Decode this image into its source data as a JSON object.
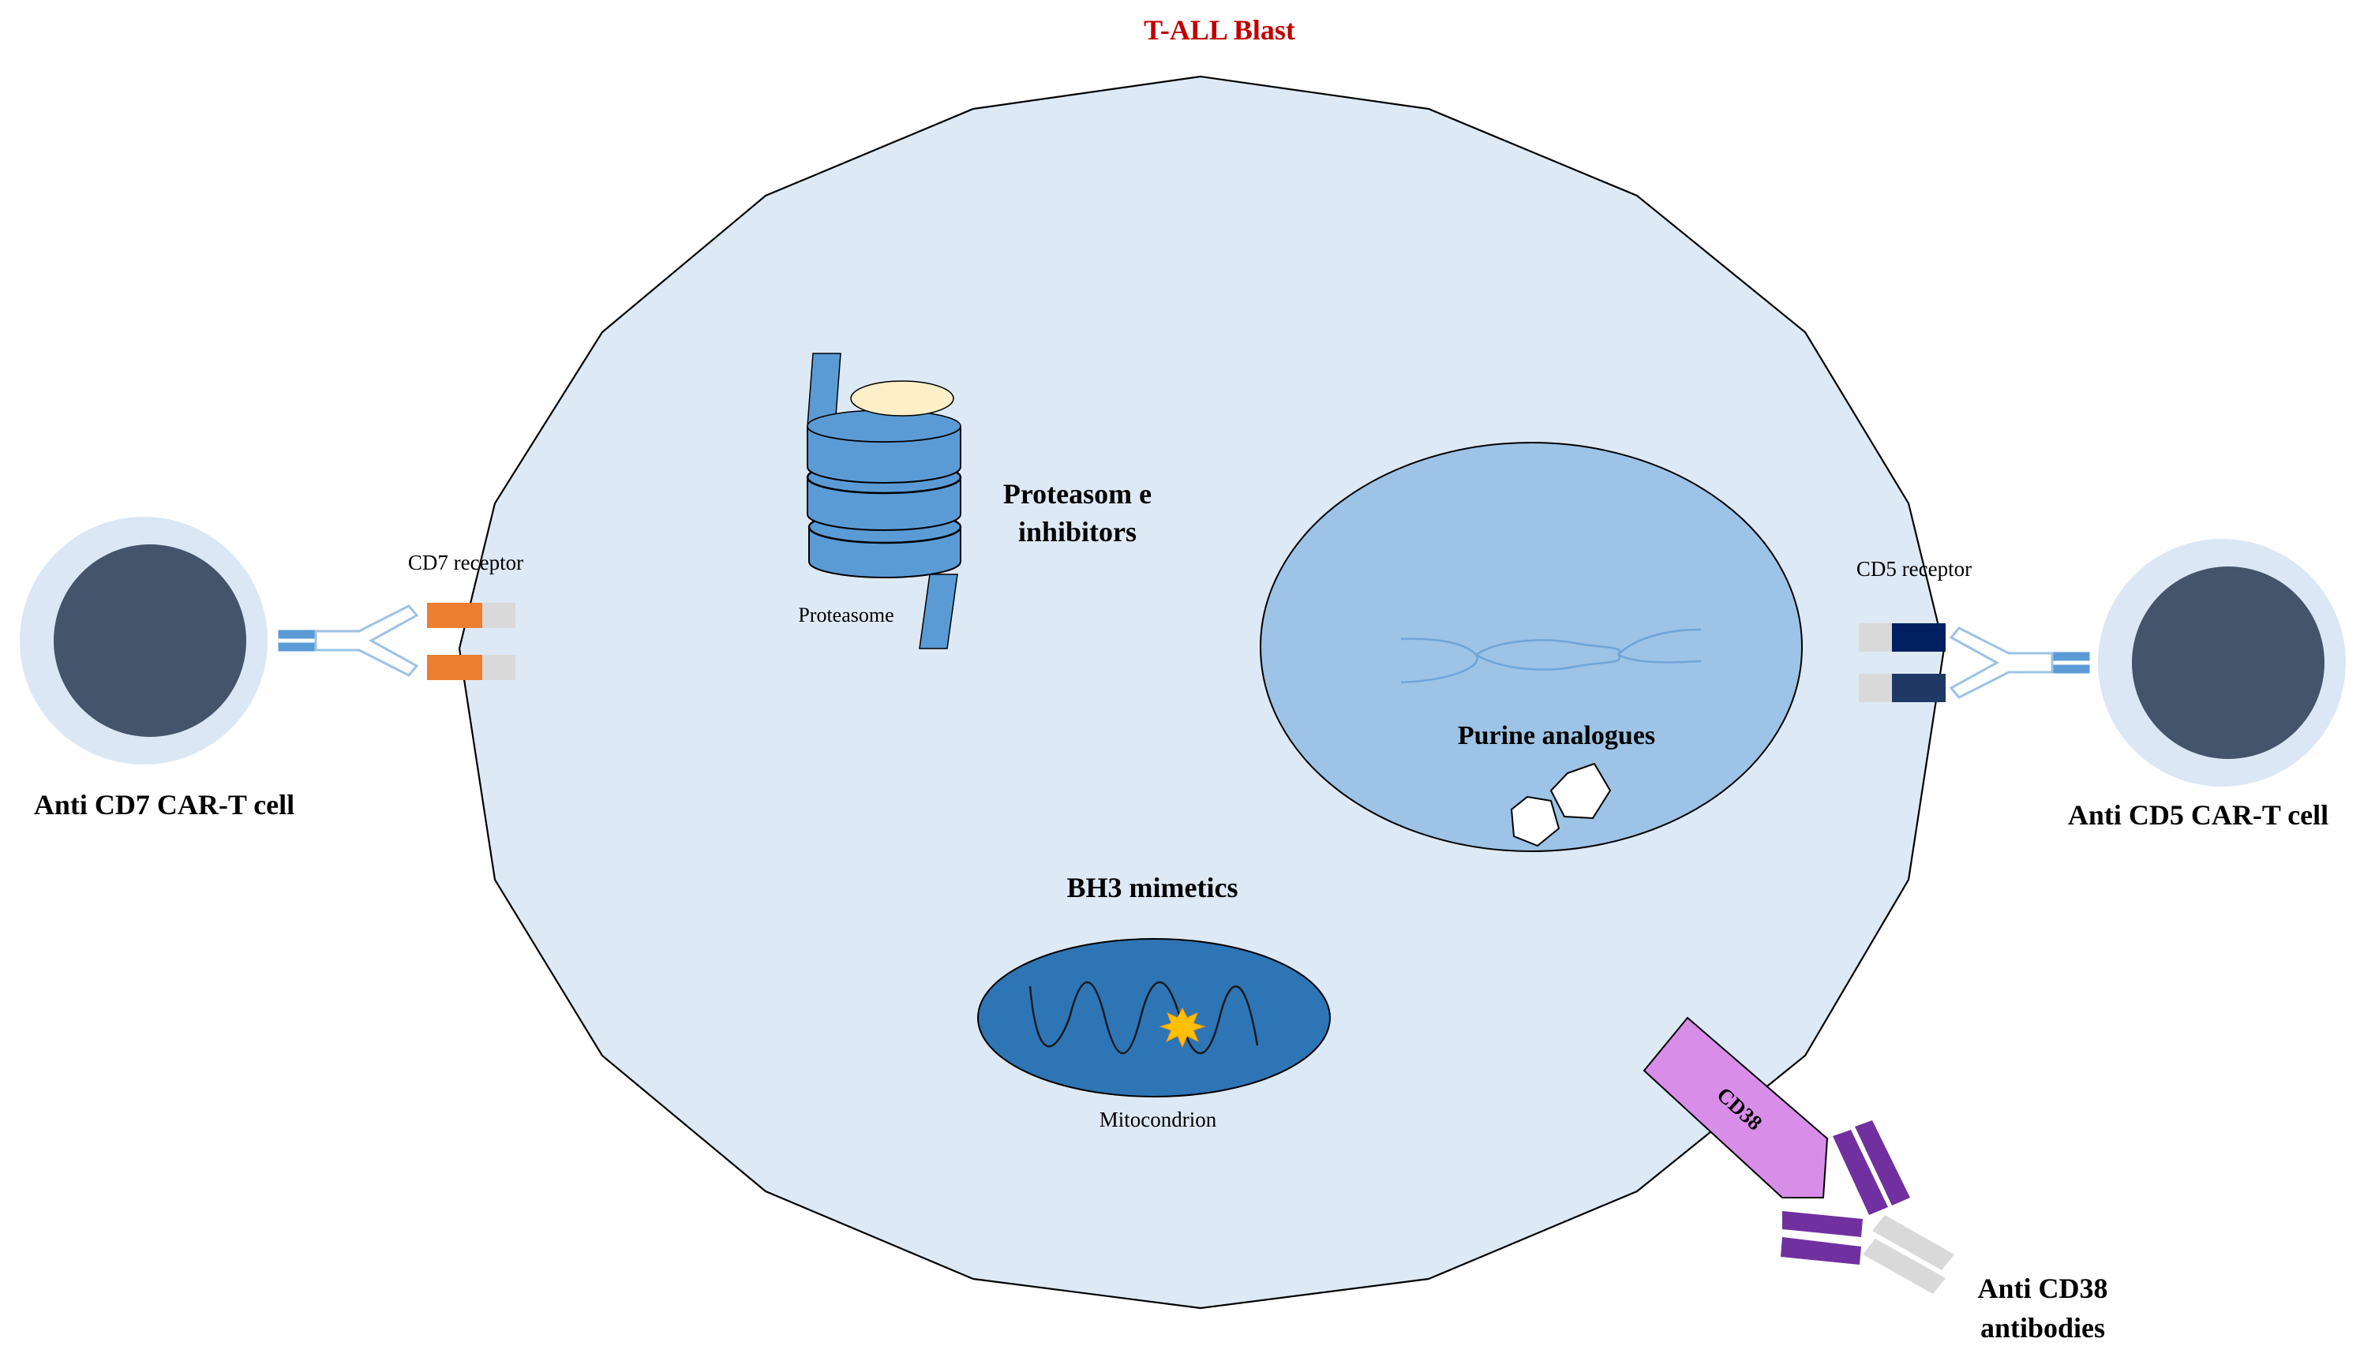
{
  "title": "T-ALL Blast",
  "labels": {
    "proteasome_inhibitors_line1": "Proteasom e",
    "proteasome_inhibitors_line2": "inhibitors",
    "proteasome": "Proteasome",
    "purine_analogues": "Purine analogues",
    "bh3_mimetics": "BH3 mimetics",
    "mitocondrion": "Mitocondrion",
    "cd7_receptor": "CD7 receptor",
    "cd5_receptor": "CD5 receptor",
    "anti_cd7_car_t": "Anti CD7 CAR-T cell",
    "anti_cd5_car_t": "Anti CD5 CAR-T cell",
    "cd38": "CD38",
    "anti_cd38_line1": "Anti CD38",
    "anti_cd38_line2": "antibodies"
  },
  "colors": {
    "title": "#c00000",
    "cell_fill": "#dde9f5",
    "nucleus_fill": "#9dc3e6",
    "mito_fill": "#2e75b6",
    "car_t_core": "#44546a",
    "car_t_halo": "#dbe7f4",
    "proteasome_blue": "#5b9bd5",
    "cd7_orange": "#ed7d31",
    "cd5_navy": "#002060",
    "cd38_purple": "#d88ee8",
    "antibody_purple": "#7030a0",
    "receptor_gray": "#d9d9d9",
    "star_yellow": "#ffc000"
  }
}
